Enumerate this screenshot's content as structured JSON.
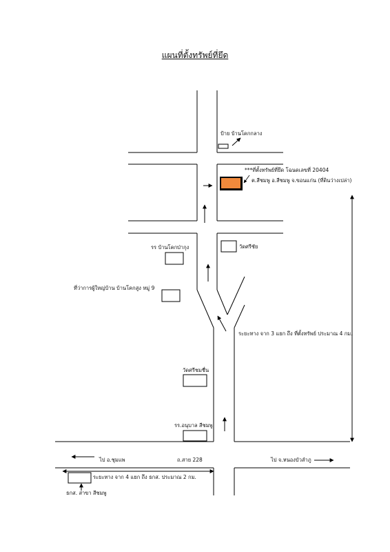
{
  "title": "แผนที่ตั้งทรัพย์ที่ยึด",
  "labels": {
    "sign_village": "ป้าย บ้านโคกกลาง",
    "property_line1": "***ที่ตั้งทรัพย์ที่ยึด โฉนดเลขที่  20404",
    "property_line2": "ต.สีชมพู อ.สีชมพู จ.ขอนแก่น (ที่ดินว่างเปล่า)",
    "school_khokpakung": "รร บ้านโคกป่ากุง",
    "wat_sisaengchai": "วัดศรีชัย",
    "village_head_office": "ที่ว่าการผู้ใหญ่บ้าน บ้านโคกสูง หมู่ 9",
    "distance_3junction": "ระยะทาง จาก 3 แยก ถึง ที่ตั้งทรัพย์ ประมาณ  4  กม.",
    "wat_sichomchuen": "วัดศรีชมชื่น",
    "kindergarten": "รร.อนุบาล สีชมพู",
    "to_chumphae": "ไป อ.ชุมแพ",
    "highway_228": "ถ.สาย 228",
    "to_nongbualamphu": "ไป จ.หนองบัวลำภู",
    "distance_4junction": "ระยะทาง จาก 4 แยก ถึง ธกส. ประมาณ  2  กม.",
    "baac_branch": "ธกส. สาขา สีชมพู"
  },
  "colors": {
    "property_marker": "#f08a3c",
    "line": "#000000"
  }
}
